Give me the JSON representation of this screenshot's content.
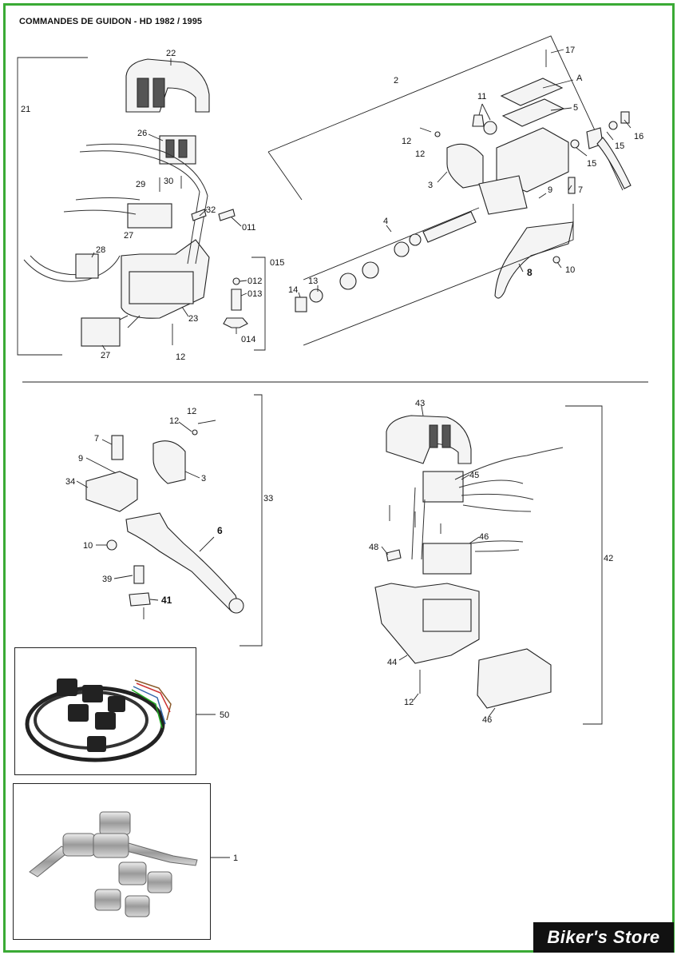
{
  "title": "COMMANDES DE GUIDON - HD 1982 / 1995",
  "store_name": "Biker's Store",
  "callouts": {
    "c21": "21",
    "c22": "22",
    "c26": "26",
    "c29": "29",
    "c30": "30",
    "c27a": "27",
    "c32": "32",
    "c011": "011",
    "c28": "28",
    "c015": "015",
    "c012": "012",
    "c013": "013",
    "c014": "014",
    "c23": "23",
    "c12a": "12",
    "c27b": "27",
    "c2": "2",
    "c17": "17",
    "cA": "A",
    "c11": "11",
    "c5": "5",
    "c16": "16",
    "c12b": "12",
    "c12c": "12",
    "c15a": "15",
    "c15b": "15",
    "c3a": "3",
    "c9a": "9",
    "c7a": "7",
    "c4": "4",
    "c13": "13",
    "c14": "14",
    "c8": "8",
    "c10a": "10",
    "c12d": "12",
    "c12e": "12",
    "c7b": "7",
    "c9b": "9",
    "c34": "34",
    "c3b": "3",
    "c33": "33",
    "c6": "6",
    "c10b": "10",
    "c39": "39",
    "c41": "41",
    "c43": "43",
    "c45": "45",
    "c46a": "46",
    "c48": "48",
    "c42": "42",
    "c44": "44",
    "c12f": "12",
    "c46b": "46",
    "c50": "50",
    "c1": "1"
  }
}
